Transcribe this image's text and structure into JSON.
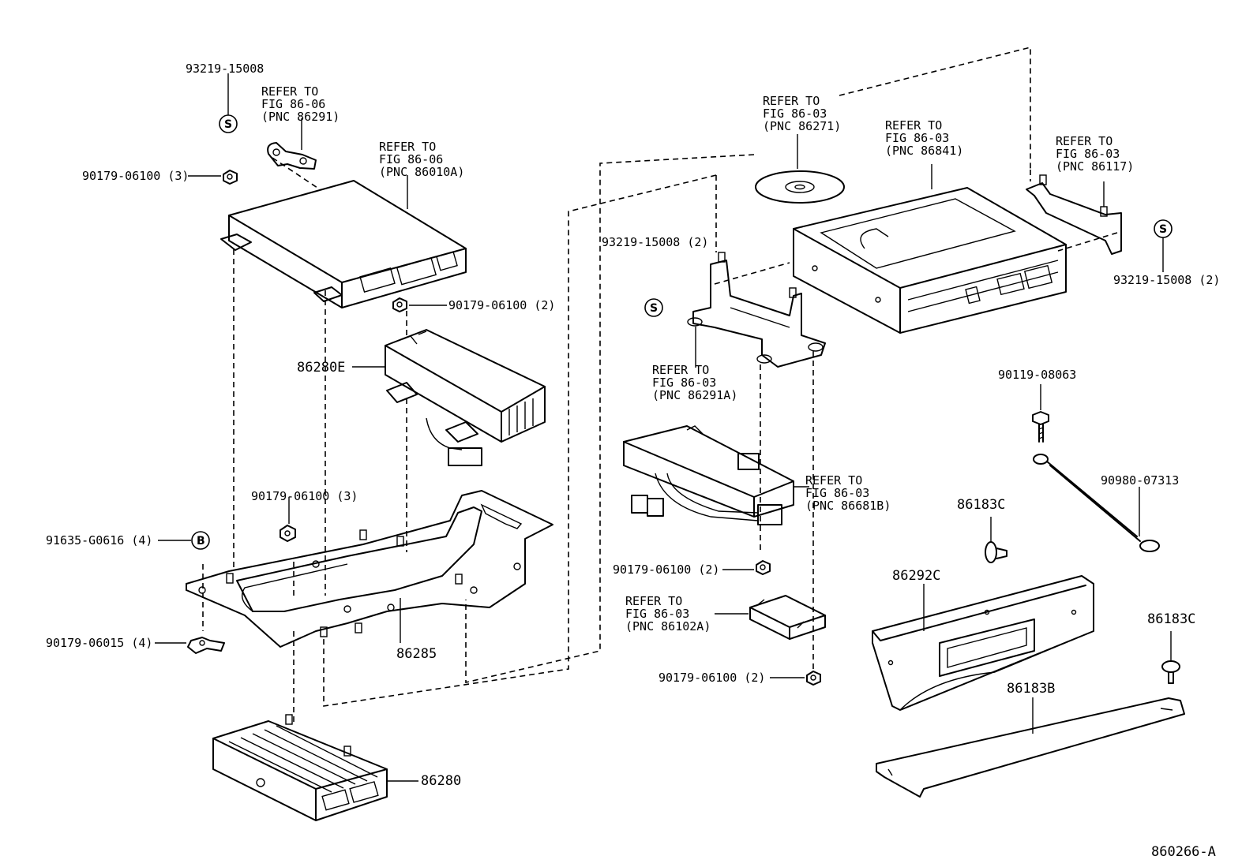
{
  "diagram_code": "860266-A",
  "symbols": {
    "s": "S",
    "b": "B"
  },
  "labels": {
    "p93219_top": "93219-15008",
    "refer_86291": [
      "REFER TO",
      "FIG 86-06",
      " (PNC 86291)"
    ],
    "refer_86010a": [
      "REFER TO",
      "FIG 86-06",
      "(PNC 86010A)"
    ],
    "p90179_3_top": "90179-06100 (3)",
    "p90179_2_mid": "90179-06100 (2)",
    "p86280e": "86280E",
    "p90179_3_bot": "90179-06100 (3)",
    "p91635": "91635-G0616 (4)",
    "p90179_06015": "90179-06015 (4)",
    "p86285": "86285",
    "p86280": "86280",
    "refer_86271": [
      "REFER TO",
      "FIG 86-03",
      "(PNC 86271)"
    ],
    "refer_86841": [
      "REFER TO",
      "FIG 86-03",
      "(PNC 86841)"
    ],
    "refer_86117": [
      "REFER TO",
      "FIG 86-03",
      " (PNC 86117)"
    ],
    "p93219_left": "93219-15008 (2)",
    "p93219_right": "93219-15008 (2)",
    "refer_86291a": [
      "REFER TO",
      "FIG 86-03",
      "(PNC 86291A)"
    ],
    "p90119": "90119-08063",
    "p90980": "90980-07313",
    "refer_86681b": [
      "REFER TO",
      "FIG 86-03",
      "(PNC 86681B)"
    ],
    "p86183c_top": "86183C",
    "p90179_2_right": "90179-06100 (2)",
    "refer_86102a": [
      "REFER TO",
      "FIG 86-03",
      "(PNC 86102A)"
    ],
    "p86292c": "86292C",
    "p86183c_right": "86183C",
    "p90179_2_bot": "90179-06100 (2)",
    "p86183b": "86183B"
  }
}
